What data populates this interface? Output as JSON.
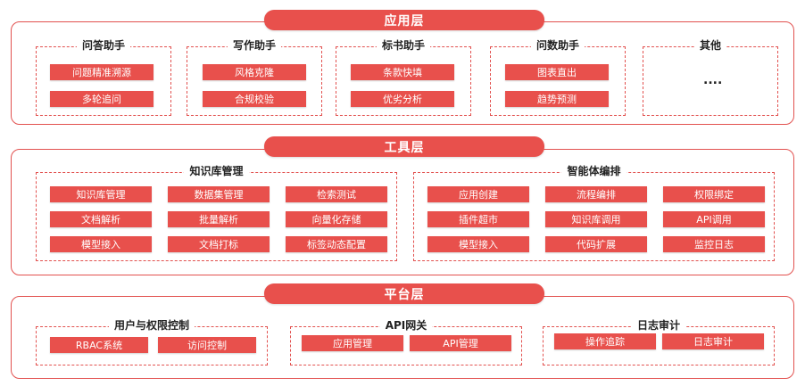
{
  "app_layer": {
    "title": "应用层",
    "groups": [
      {
        "title": "问答助手",
        "items": [
          "问题精准溯源",
          "多轮追问"
        ]
      },
      {
        "title": "写作助手",
        "items": [
          "风格克隆",
          "合规校验"
        ]
      },
      {
        "title": "标书助手",
        "items": [
          "条款快填",
          "优劣分析"
        ]
      },
      {
        "title": "问数助手",
        "items": [
          "图表直出",
          "趋势预测"
        ]
      },
      {
        "title": "其他",
        "items": [
          "...."
        ]
      }
    ]
  },
  "tool_layer": {
    "title": "工具层",
    "groups": [
      {
        "title": "知识库管理",
        "items": [
          "知识库管理",
          "数据集管理",
          "检索测试",
          "文档解析",
          "批量解析",
          "向量化存储",
          "模型接入",
          "文档打标",
          "标签动态配置"
        ]
      },
      {
        "title": "智能体编排",
        "items": [
          "应用创建",
          "流程编排",
          "权限绑定",
          "插件超市",
          "知识库调用",
          "API调用",
          "模型接入",
          "代码扩展",
          "监控日志"
        ]
      }
    ]
  },
  "platform_layer": {
    "title": "平台层",
    "groups": [
      {
        "title": "用户与权限控制",
        "items": [
          "RBAC系统",
          "访问控制"
        ]
      },
      {
        "title": "API网关",
        "items": [
          "应用管理",
          "API管理"
        ]
      },
      {
        "title": "日志审计",
        "items": [
          "操作追踪",
          "日志审计"
        ]
      }
    ]
  }
}
